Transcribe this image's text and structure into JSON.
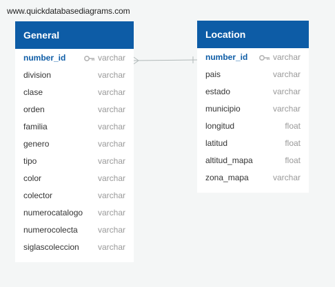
{
  "watermark": "www.quickdatabasediagrams.com",
  "tables": [
    {
      "name": "General",
      "columns": [
        {
          "name": "number_id",
          "type": "varchar",
          "pk": true
        },
        {
          "name": "division",
          "type": "varchar"
        },
        {
          "name": "clase",
          "type": "varchar"
        },
        {
          "name": "orden",
          "type": "varchar"
        },
        {
          "name": "familia",
          "type": "varchar"
        },
        {
          "name": "genero",
          "type": "varchar"
        },
        {
          "name": "tipo",
          "type": "varchar"
        },
        {
          "name": "color",
          "type": "varchar"
        },
        {
          "name": "colector",
          "type": "varchar"
        },
        {
          "name": "numerocatalogo",
          "type": "varchar"
        },
        {
          "name": "numerocolecta",
          "type": "varchar"
        },
        {
          "name": "siglascoleccion",
          "type": "varchar"
        }
      ]
    },
    {
      "name": "Location",
      "columns": [
        {
          "name": "number_id",
          "type": "varchar",
          "pk": true
        },
        {
          "name": "pais",
          "type": "varchar"
        },
        {
          "name": "estado",
          "type": "varchar"
        },
        {
          "name": "municipio",
          "type": "varchar"
        },
        {
          "name": "longitud",
          "type": "float"
        },
        {
          "name": "latitud",
          "type": "float"
        },
        {
          "name": "altitud_mapa",
          "type": "float"
        },
        {
          "name": "zona_mapa",
          "type": "varchar"
        }
      ]
    }
  ],
  "colors": {
    "header": "#0d5ca6",
    "pk_text": "#0d5ca6",
    "type_text": "#999999",
    "connector": "#b0b8b8"
  },
  "icons": {
    "primary_key": "key-icon"
  }
}
